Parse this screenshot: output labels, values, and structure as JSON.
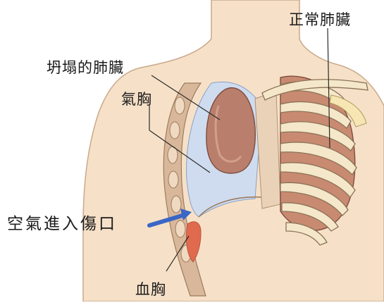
{
  "labels": {
    "normal_lung": "正常肺臟",
    "collapsed_lung": "坍塌的肺臟",
    "pneumothorax": "氣胸",
    "air_entry_wound": "空氣進入傷口",
    "hemothorax": "血胸"
  },
  "colors": {
    "skin": "#f6e1c8",
    "skin_outline": "#c9a98a",
    "pleural_air": "#cfdcef",
    "lung": "#b97f6c",
    "lung_light": "#d7a895",
    "rib": "#f5e7c9",
    "rib_outline": "#8a7356",
    "intercostal": "#c98a72",
    "blood": "#e06a4e",
    "arrow": "#3a66c6"
  }
}
